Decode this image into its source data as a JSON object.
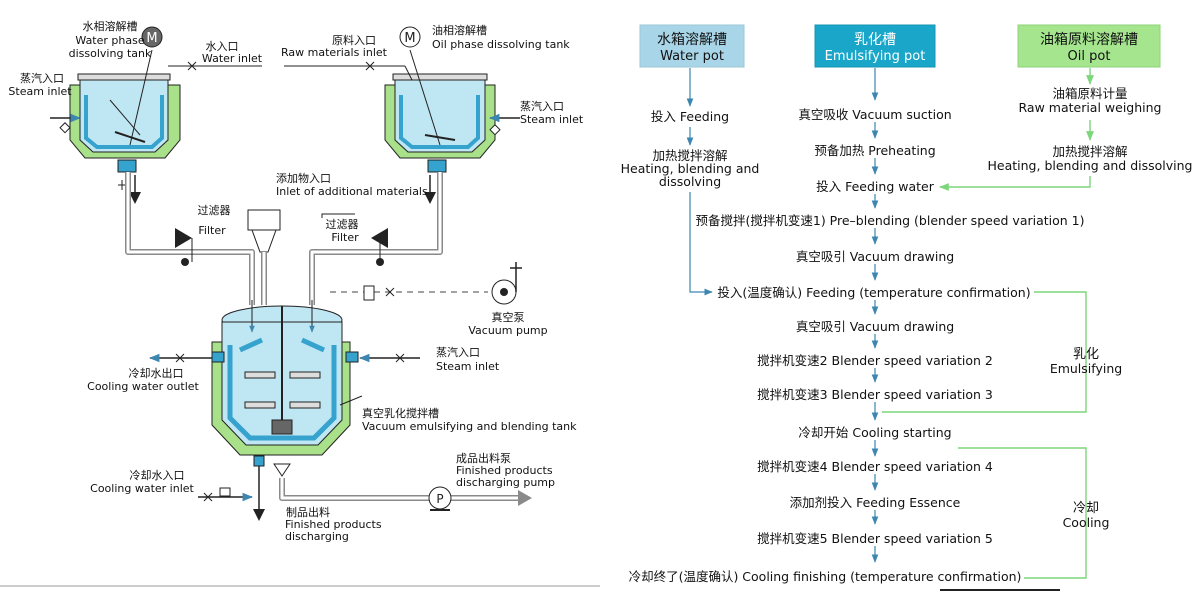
{
  "colors": {
    "jacket_green": "#a9e08a",
    "vessel_blue": "#bfe6f3",
    "inner_blue": "#36a3cf",
    "flow_blue": "#3d86b0",
    "flow_green": "#7cd67c",
    "header_water": "#a8d6e8",
    "header_emuls": "#1aa6c9",
    "header_oil": "#a4e58e"
  },
  "diagram": {
    "water_tank": {
      "cn": "水相溶解槽",
      "en1": "Water phase",
      "en2": "dissolving tank",
      "motor": "M"
    },
    "water_inlet": {
      "cn": "水入口",
      "en": "Water inlet"
    },
    "steam_inlet_left": {
      "cn": "蒸汽入口",
      "en": "Steam inlet"
    },
    "raw_inlet": {
      "cn": "原料入口",
      "en": "Raw materials inlet"
    },
    "oil_tank": {
      "cn": "油相溶解槽",
      "en": "Oil phase dissolving tank",
      "motor": "M"
    },
    "steam_inlet_right": {
      "cn": "蒸汽入口",
      "en": "Steam inlet"
    },
    "additional_inlet": {
      "cn": "添加物入口",
      "en": "Inlet of additional materials"
    },
    "filter_left": {
      "cn": "过滤器",
      "en": "Filter"
    },
    "filter_right": {
      "cn": "过滤器",
      "en": "Filter"
    },
    "vacuum_pump": {
      "cn": "真空泵",
      "en": "Vacuum pump"
    },
    "cooling_outlet": {
      "cn": "冷却水出口",
      "en": "Cooling water outlet"
    },
    "steam_inlet_main": {
      "cn": "蒸汽入口",
      "en": "Steam inlet"
    },
    "main_tank": {
      "cn": "真空乳化搅拌槽",
      "en": "Vacuum emulsifying and blending tank"
    },
    "cooling_inlet": {
      "cn": "冷却水入口",
      "en": "Cooling water inlet"
    },
    "finished_pump": {
      "cn": "成品出料泵",
      "en1": "Finished products",
      "en2": "discharging pump",
      "symbol": "P"
    },
    "finished_discharge": {
      "cn": "制品出料",
      "en1": "Finished products",
      "en2": "discharging"
    }
  },
  "flowchart": {
    "headers": {
      "water": {
        "cn": "水箱溶解槽",
        "en": "Water pot"
      },
      "emuls": {
        "cn": "乳化槽",
        "en": "Emulsifying pot"
      },
      "oil": {
        "cn": "油箱原料溶解槽",
        "en": "Oil pot"
      }
    },
    "water_steps": {
      "feeding": "投入 Feeding",
      "heat_cn": "加热搅拌溶解",
      "heat_en1": "Heating, blending and",
      "heat_en2": "dissolving"
    },
    "oil_steps": {
      "weigh_cn": "油箱原料计量",
      "weigh_en": "Raw material weighing",
      "heat_cn": "加热搅拌溶解",
      "heat_en": "Heating, blending and dissolving"
    },
    "main_steps": [
      "真空吸收 Vacuum suction",
      "预备加热 Preheating",
      "投入 Feeding water",
      "预备搅拌(搅拌机变速1) Pre–blending (blender speed variation 1)",
      "真空吸引 Vacuum drawing",
      "投入(温度确认) Feeding (temperature confirmation)",
      "真空吸引 Vacuum drawing",
      "搅拌机变速2 Blender speed variation 2",
      "搅拌机变速3 Blender speed variation 3",
      "冷却开始 Cooling starting",
      "搅拌机变速4 Blender speed variation 4",
      "添加剂投入 Feeding Essence",
      "搅拌机变速5 Blender speed variation 5",
      "冷却终了(温度确认) Cooling finishing (temperature confirmation)"
    ],
    "brackets": {
      "emuls_cn": "乳化",
      "emuls_en": "Emulsifying",
      "cool_cn": "冷却",
      "cool_en": "Cooling"
    }
  }
}
